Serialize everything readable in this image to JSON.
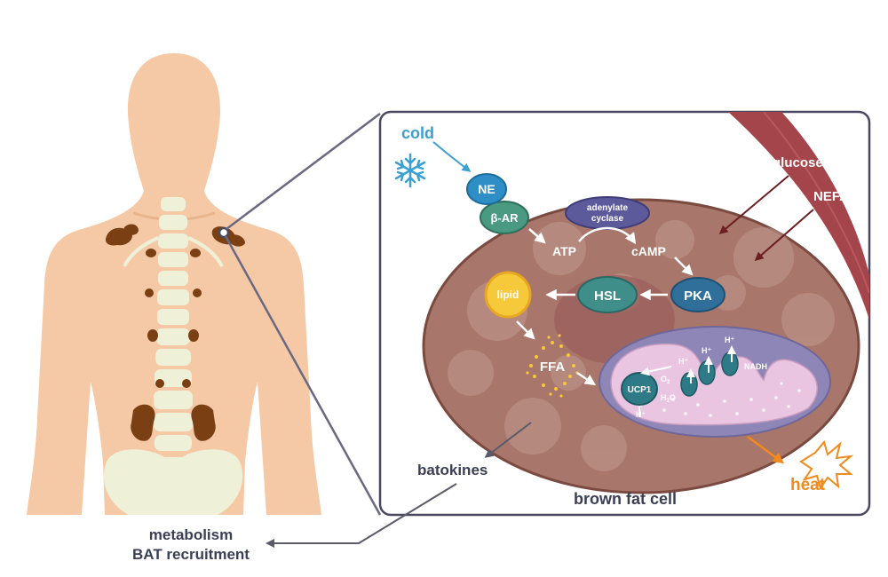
{
  "labels": {
    "cold": "cold",
    "ne": "NE",
    "beta_ar": "β-AR",
    "adenylate_line1": "adenylate",
    "adenylate_line2": "cyclase",
    "atp": "ATP",
    "camp": "cAMP",
    "pka": "PKA",
    "hsl": "HSL",
    "lipid": "lipid",
    "ffa": "FFA",
    "ucp1": "UCP1",
    "o2": "O",
    "o2_sub": "2",
    "h2o_h": "H",
    "h2o_sub": "2",
    "h2o_o": "O",
    "h_plus_1": "H⁺",
    "h_plus_2": "H⁺",
    "h_plus_3": "H⁺",
    "h_plus_4": "H⁺",
    "nadh": "NADH",
    "glucose": "glucose",
    "nefa": "NEFA",
    "heat": "heat",
    "batokines": "batokines",
    "cell_title": "brown fat cell",
    "metabolism": "metabolism",
    "bat_recruitment": "BAT recruitment"
  },
  "colors": {
    "cold": "#3a9fd1",
    "heat": "#f08a1c",
    "cell_fill": "#a8766a",
    "vessel": "#a3454b",
    "ne_fill": "#2e8ec5",
    "beta_ar_fill": "#4a9a82",
    "adenylate_fill": "#5d5a9c",
    "pka_fill": "#2f6f99",
    "hsl_fill": "#3f8e8a",
    "lipid_fill": "#f6c93a",
    "mito_fill": "#8f86b8",
    "mito_inner": "#e9c5e2",
    "body_skin": "#f5c9a6",
    "bat_brown": "#7a3f12",
    "panel_border": "#4a4860"
  },
  "icons": [
    "snowflake-icon",
    "heat-burst-icon"
  ]
}
